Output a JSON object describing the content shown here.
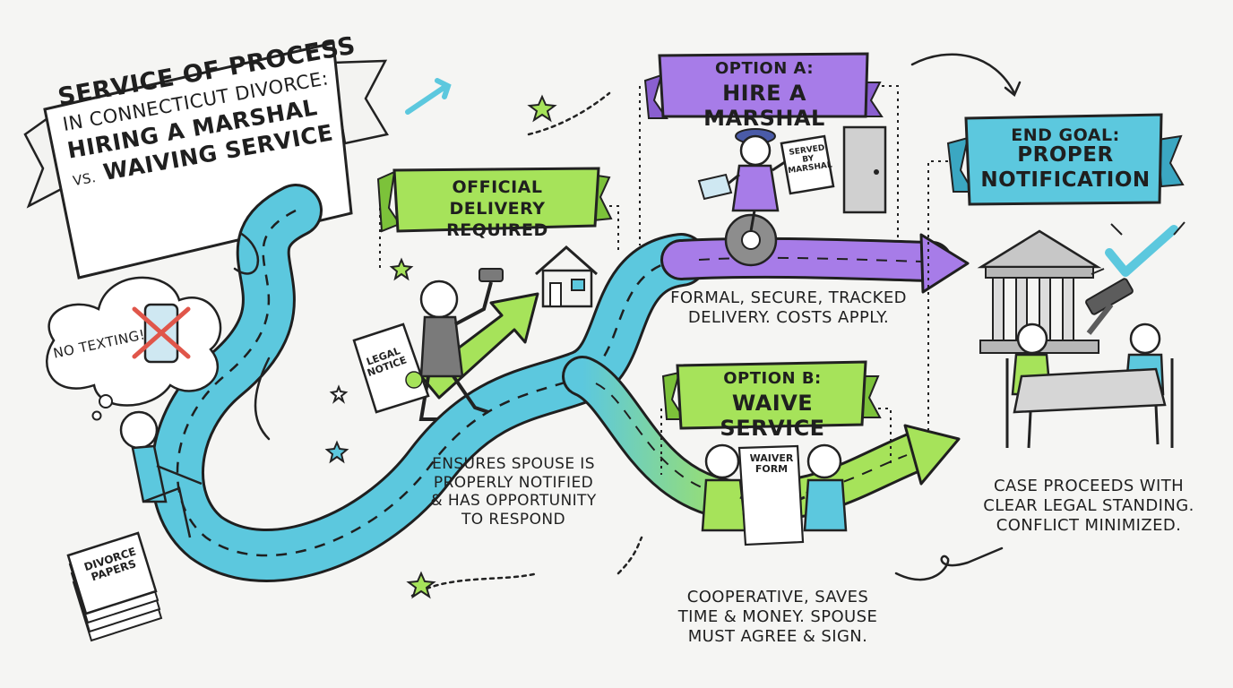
{
  "title": {
    "line1": "Service of Process",
    "line2": "in Connecticut Divorce:",
    "line3": "Hiring a Marshal",
    "line4_prefix": "vs.",
    "line4": "Waiving Service"
  },
  "no_texting": "No Texting!",
  "divorce_papers": "Divorce Papers",
  "official_delivery": "Official Delivery Required",
  "legal_notice": "Legal Notice",
  "ensures_caption": "Ensures spouse is properly notified & has opportunity to respond",
  "option_a": {
    "label": "Option A:",
    "title": "Hire a Marshal",
    "served_tag": "Served by Marshal",
    "caption": "Formal, secure, tracked delivery. Costs apply."
  },
  "option_b": {
    "label": "Option B:",
    "title": "Waive Service",
    "form_tag": "Waiver Form",
    "caption": "Cooperative, saves time & money. Spouse must agree & sign."
  },
  "end_goal": {
    "label": "End Goal:",
    "title": "Proper Notification",
    "caption": "Case proceeds with clear legal standing. Conflict minimized."
  },
  "colors": {
    "road": "#5cc8de",
    "purple": "#a77ce8",
    "green": "#a6e35a",
    "teal": "#5cc8de",
    "ink": "#1f1f1f"
  }
}
